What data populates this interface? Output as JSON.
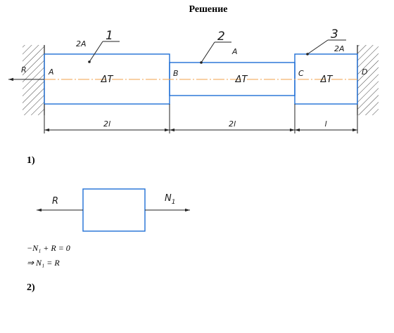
{
  "title": "Решение",
  "bar": {
    "segment_numbers": [
      "1",
      "2",
      "3"
    ],
    "areas": [
      "2A",
      "A",
      "2A"
    ],
    "temperature_labels": [
      "ΔT",
      "ΔT",
      "ΔT"
    ],
    "points": [
      "A",
      "B",
      "C",
      "D"
    ],
    "reaction": "R",
    "lengths": [
      "2l",
      "2l",
      "l"
    ]
  },
  "step1": {
    "label": "1)",
    "left_force": "R",
    "right_force": "N",
    "right_force_sub": "1",
    "eq1": "−N₁ + R = 0",
    "eq2": "⇒ N₁ = R"
  },
  "step2": {
    "label": "2)"
  }
}
